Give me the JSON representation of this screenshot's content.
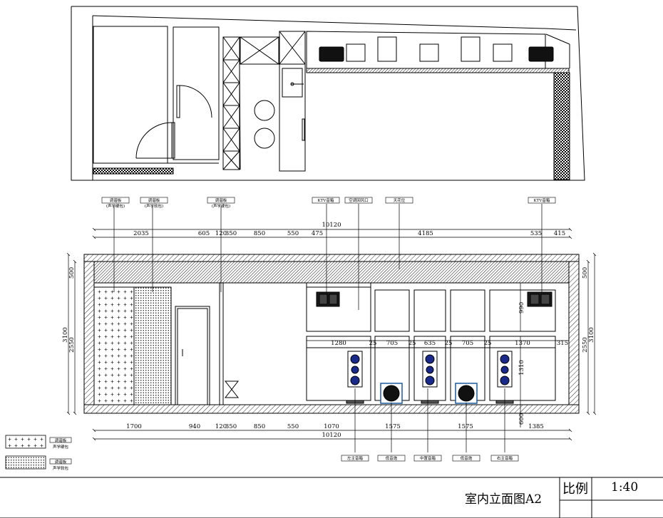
{
  "title_block": {
    "drawing_title": "室内立面图A2",
    "scale_label": "比例",
    "scale_value": "1:40"
  },
  "top_labels": [
    {
      "line1": "调谐板",
      "line2": "(声学硬包)"
    },
    {
      "line1": "调谐板",
      "line2": "(声学软包)"
    },
    {
      "line1": "调谐板",
      "line2": "(声学硬包)"
    },
    {
      "line1": "KTV音箱",
      "line2": ""
    },
    {
      "line1": "空调回风口",
      "line2": ""
    },
    {
      "line1": "天花位",
      "line2": ""
    },
    {
      "line1": "KTV音箱",
      "line2": ""
    }
  ],
  "bottom_labels": [
    "左主音箱",
    "低音炮",
    "中置音箱",
    "低音炮",
    "右主音箱"
  ],
  "top_total": "10120",
  "top_dims": [
    "2035",
    "605",
    "120",
    "350",
    "850",
    "550",
    "475",
    "4185",
    "535",
    "415"
  ],
  "bottom_dims": [
    "1700",
    "940",
    "120",
    "350",
    "850",
    "550",
    "1070",
    "1575",
    "1575",
    "1385"
  ],
  "bottom_total": "10120",
  "left_dims": [
    "500",
    "3100",
    "2550"
  ],
  "right_dims": [
    "500",
    "3100",
    "2550"
  ],
  "inner_v_dims": [
    "990",
    "1310",
    "600"
  ],
  "row_dims": [
    "1280",
    "25",
    "705",
    "25",
    "635",
    "25",
    "705",
    "25",
    "1370",
    "315"
  ],
  "legend": [
    {
      "line1": "调谐板",
      "line2": "声学硬包"
    },
    {
      "line1": "调谐板",
      "line2": "声学软包"
    }
  ]
}
